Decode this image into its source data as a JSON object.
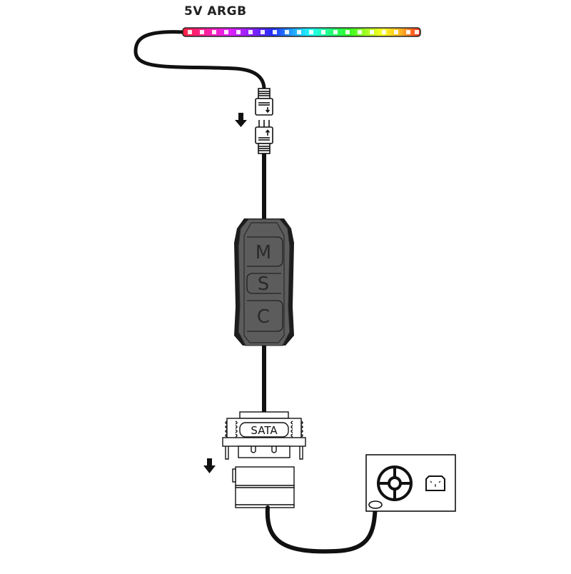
{
  "diagram": {
    "title": "5V ARGB",
    "led_strip": {
      "label": "5V ARGB",
      "gradient_colors": [
        "#ff2040",
        "#ff20a0",
        "#e020ff",
        "#8020ff",
        "#2030ff",
        "#20a0ff",
        "#20ffff",
        "#20ff80",
        "#30ff20",
        "#a0ff20",
        "#ffff20",
        "#ffb020",
        "#ff4020"
      ],
      "led_count": 22
    },
    "connector_3pin": {
      "arrow_direction": "down",
      "male_arrow": "up",
      "female_arrow": "down"
    },
    "controller": {
      "body_color": "#5a5a5a",
      "buttons": [
        {
          "label": "M"
        },
        {
          "label": "S"
        },
        {
          "label": "C"
        }
      ]
    },
    "sata_connector": {
      "label": "SATA",
      "arrow_direction": "down"
    },
    "power_supply": {
      "fan_icon": "fan-icon",
      "socket_icon": "power-socket-icon"
    }
  }
}
